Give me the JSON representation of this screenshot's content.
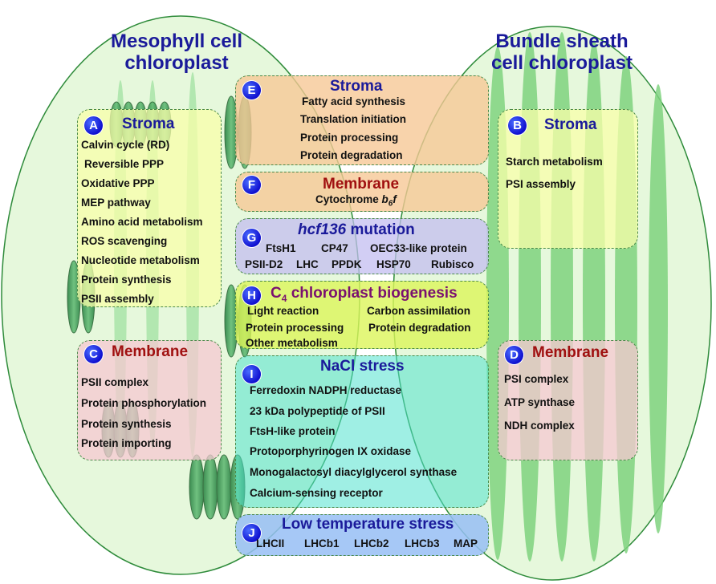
{
  "titles": {
    "mesophyll": "Mesophyll cell\nchloroplast",
    "bundle": "Bundle sheath\ncell chloroplast"
  },
  "boxes": {
    "A": {
      "letter": "A",
      "heading": "Stroma",
      "items": [
        "Calvin cycle (RD)",
        "Reversible PPP",
        "Oxidative PPP",
        "MEP pathway",
        "Amino acid metabolism",
        "ROS scavenging",
        "Nucleotide metabolism",
        "Protein synthesis",
        "PSII assembly"
      ]
    },
    "B": {
      "letter": "B",
      "heading": "Stroma",
      "items": [
        "Starch metabolism",
        "PSI assembly"
      ]
    },
    "C": {
      "letter": "C",
      "heading": "Membrane",
      "items": [
        "PSII complex",
        "Protein phosphorylation",
        "Protein synthesis",
        "Protein importing"
      ]
    },
    "D": {
      "letter": "D",
      "heading": "Membrane",
      "items": [
        "PSI complex",
        "ATP synthase",
        "NDH complex"
      ]
    },
    "E": {
      "letter": "E",
      "heading": "Stroma",
      "items": [
        "Fatty acid synthesis",
        "Translation initiation",
        "Protein processing",
        "Protein degradation"
      ]
    },
    "F": {
      "letter": "F",
      "heading": "Membrane",
      "item_prefix": "Cytochrome ",
      "item_b": "b",
      "item_sub": "6",
      "item_f": "f"
    },
    "G": {
      "letter": "G",
      "heading_italic": "hcf136",
      "heading_rest": " mutation",
      "items": [
        "FtsH1",
        "CP47",
        "OEC33-like protein",
        "PSII-D2",
        "LHC",
        "PPDK",
        "HSP70",
        "Rubisco"
      ]
    },
    "H": {
      "letter": "H",
      "heading_c": "C",
      "heading_sub": "4",
      "heading_rest": " chloroplast biogenesis",
      "items": [
        "Light reaction",
        "Carbon assimilation",
        "Protein processing",
        "Protein degradation",
        "Other metabolism"
      ]
    },
    "I": {
      "letter": "I",
      "heading": "NaCl stress",
      "items": [
        "Ferredoxin NADPH reductase",
        "23 kDa polypeptide of PSII",
        "FtsH-like protein",
        "Protoporphyrinogen IX oxidase",
        "Monogalactosyl diacylglycerol synthase",
        "Calcium-sensing receptor"
      ]
    },
    "J": {
      "letter": "J",
      "heading": "Low temperature stress",
      "items": [
        "LHCII",
        "LHCb1",
        "LHCb2",
        "LHCb3",
        "MAP"
      ]
    }
  },
  "colors": {
    "chloroplast_fill": "#e6f8dc",
    "thylakoid": "#3a9a4a",
    "badge": "#1010d0",
    "heading_blue": "#1a1a9a",
    "heading_red": "#a01010",
    "heading_purple": "#7a1070"
  }
}
